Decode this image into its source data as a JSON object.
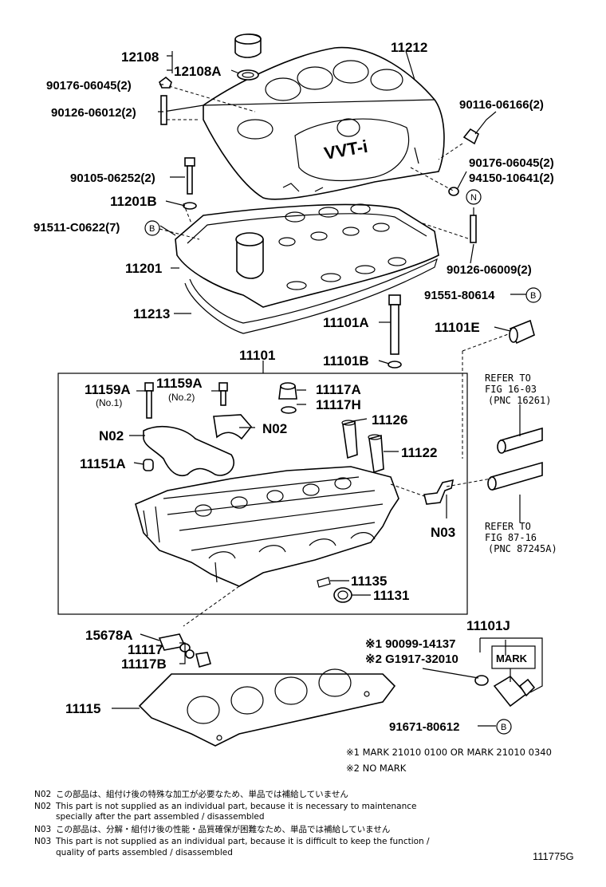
{
  "callouts": {
    "p12108": "12108",
    "p12108A": "12108A",
    "p11212": "11212",
    "p90176_06045_l": "90176-06045(2)",
    "p90126_06012": "90126-06012(2)",
    "p90116_06166": "90116-06166(2)",
    "p90176_06045_r": "90176-06045(2)",
    "p94150_10641": "94150-10641(2)",
    "p90105_06252": "90105-06252(2)",
    "p11201B": "11201B",
    "p91511_C0622": "91511-C0622(7)",
    "p11201": "11201",
    "p90126_06009": "90126-06009(2)",
    "p11213": "11213",
    "p91551_80614": "91551-80614",
    "p11101A": "11101A",
    "p11101E": "11101E",
    "p11101B": "11101B",
    "p11101": "11101",
    "p11159A_1": "11159A",
    "p11159A_2": "11159A",
    "no1": "(No.1)",
    "no2": "(No.2)",
    "p11117A": "11117A",
    "p11117H": "11117H",
    "p11126": "11126",
    "n02_left": "N02",
    "n02_right": "N02",
    "p11151A": "11151A",
    "p11122": "11122",
    "n03": "N03",
    "p11135": "11135",
    "p11131": "11131",
    "p11101J": "11101J",
    "p15678A": "15678A",
    "p11117": "11117",
    "p11117B": "11117B",
    "p90099_14137": "※1 90099-14137",
    "pG1917_32010": "※2 G1917-32010",
    "mark_box": "MARK",
    "p11115": "11115",
    "p91671_80612": "91671-80612",
    "circle_b": "B",
    "circle_n": "N"
  },
  "refers": {
    "top": [
      "REFER TO",
      "FIG 16-03",
      "(PNC 16261)"
    ],
    "bottom": [
      "REFER TO",
      "FIG 87-16",
      "(PNC 87245A)"
    ]
  },
  "cover_text": "VVT-i",
  "marks": {
    "m1": "※1 MARK 21010 0100 OR MARK 21010 0340",
    "m2": "※2 NO MARK"
  },
  "notes": [
    {
      "code": "N02",
      "text": "この部品は、組付け後の特殊な加工が必要なため、単品では補給していません"
    },
    {
      "code": "N02",
      "text": "This part is not supplied as an individual part, because it is necessary to maintenance"
    },
    {
      "code": "",
      "text": "specially after the part assembled / disassembled"
    },
    {
      "code": "N03",
      "text": "この部品は、分解・組付け後の性能・品質確保が困難なため、単品では補給していません"
    },
    {
      "code": "N03",
      "text": "This part is not supplied as an individual part, because it is difficult to keep the function /"
    },
    {
      "code": "",
      "text": "quality of parts  assembled / disassembled"
    }
  ],
  "figure_id": "111775G"
}
